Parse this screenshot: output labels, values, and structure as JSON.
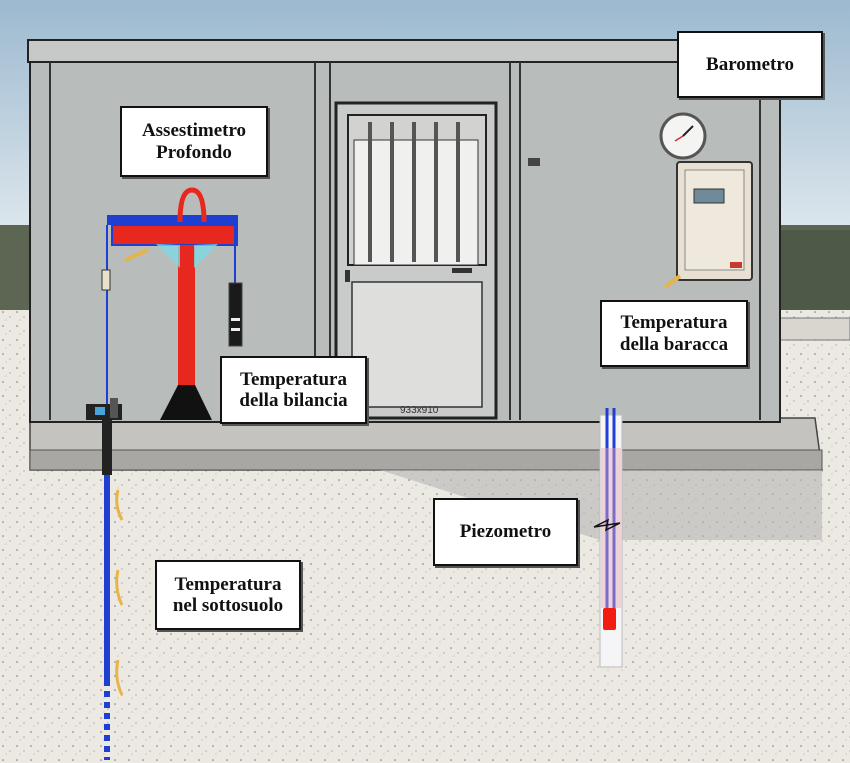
{
  "labels": {
    "barometro": "Barometro",
    "assestimetro_line1": "Assestimetro",
    "assestimetro_line2": "Profondo",
    "temp_baracca_line1": "Temperatura",
    "temp_baracca_line2": "della baracca",
    "temp_bilancia_line1": "Temperatura",
    "temp_bilancia_line2": "della bilancia",
    "piezometro": "Piezometro",
    "temp_sottosuolo_line1": "Temperatura",
    "temp_sottosuolo_line2": "nel sottosuolo"
  },
  "door_tag": "933x910",
  "colors": {
    "sky": "#a9c3d6",
    "container": "#b8bcbb",
    "ground": "#ece9e3",
    "frame_red": "#e8281e",
    "cable_blue": "#1f3fd1",
    "sensor_yellow": "#e7b44a"
  }
}
